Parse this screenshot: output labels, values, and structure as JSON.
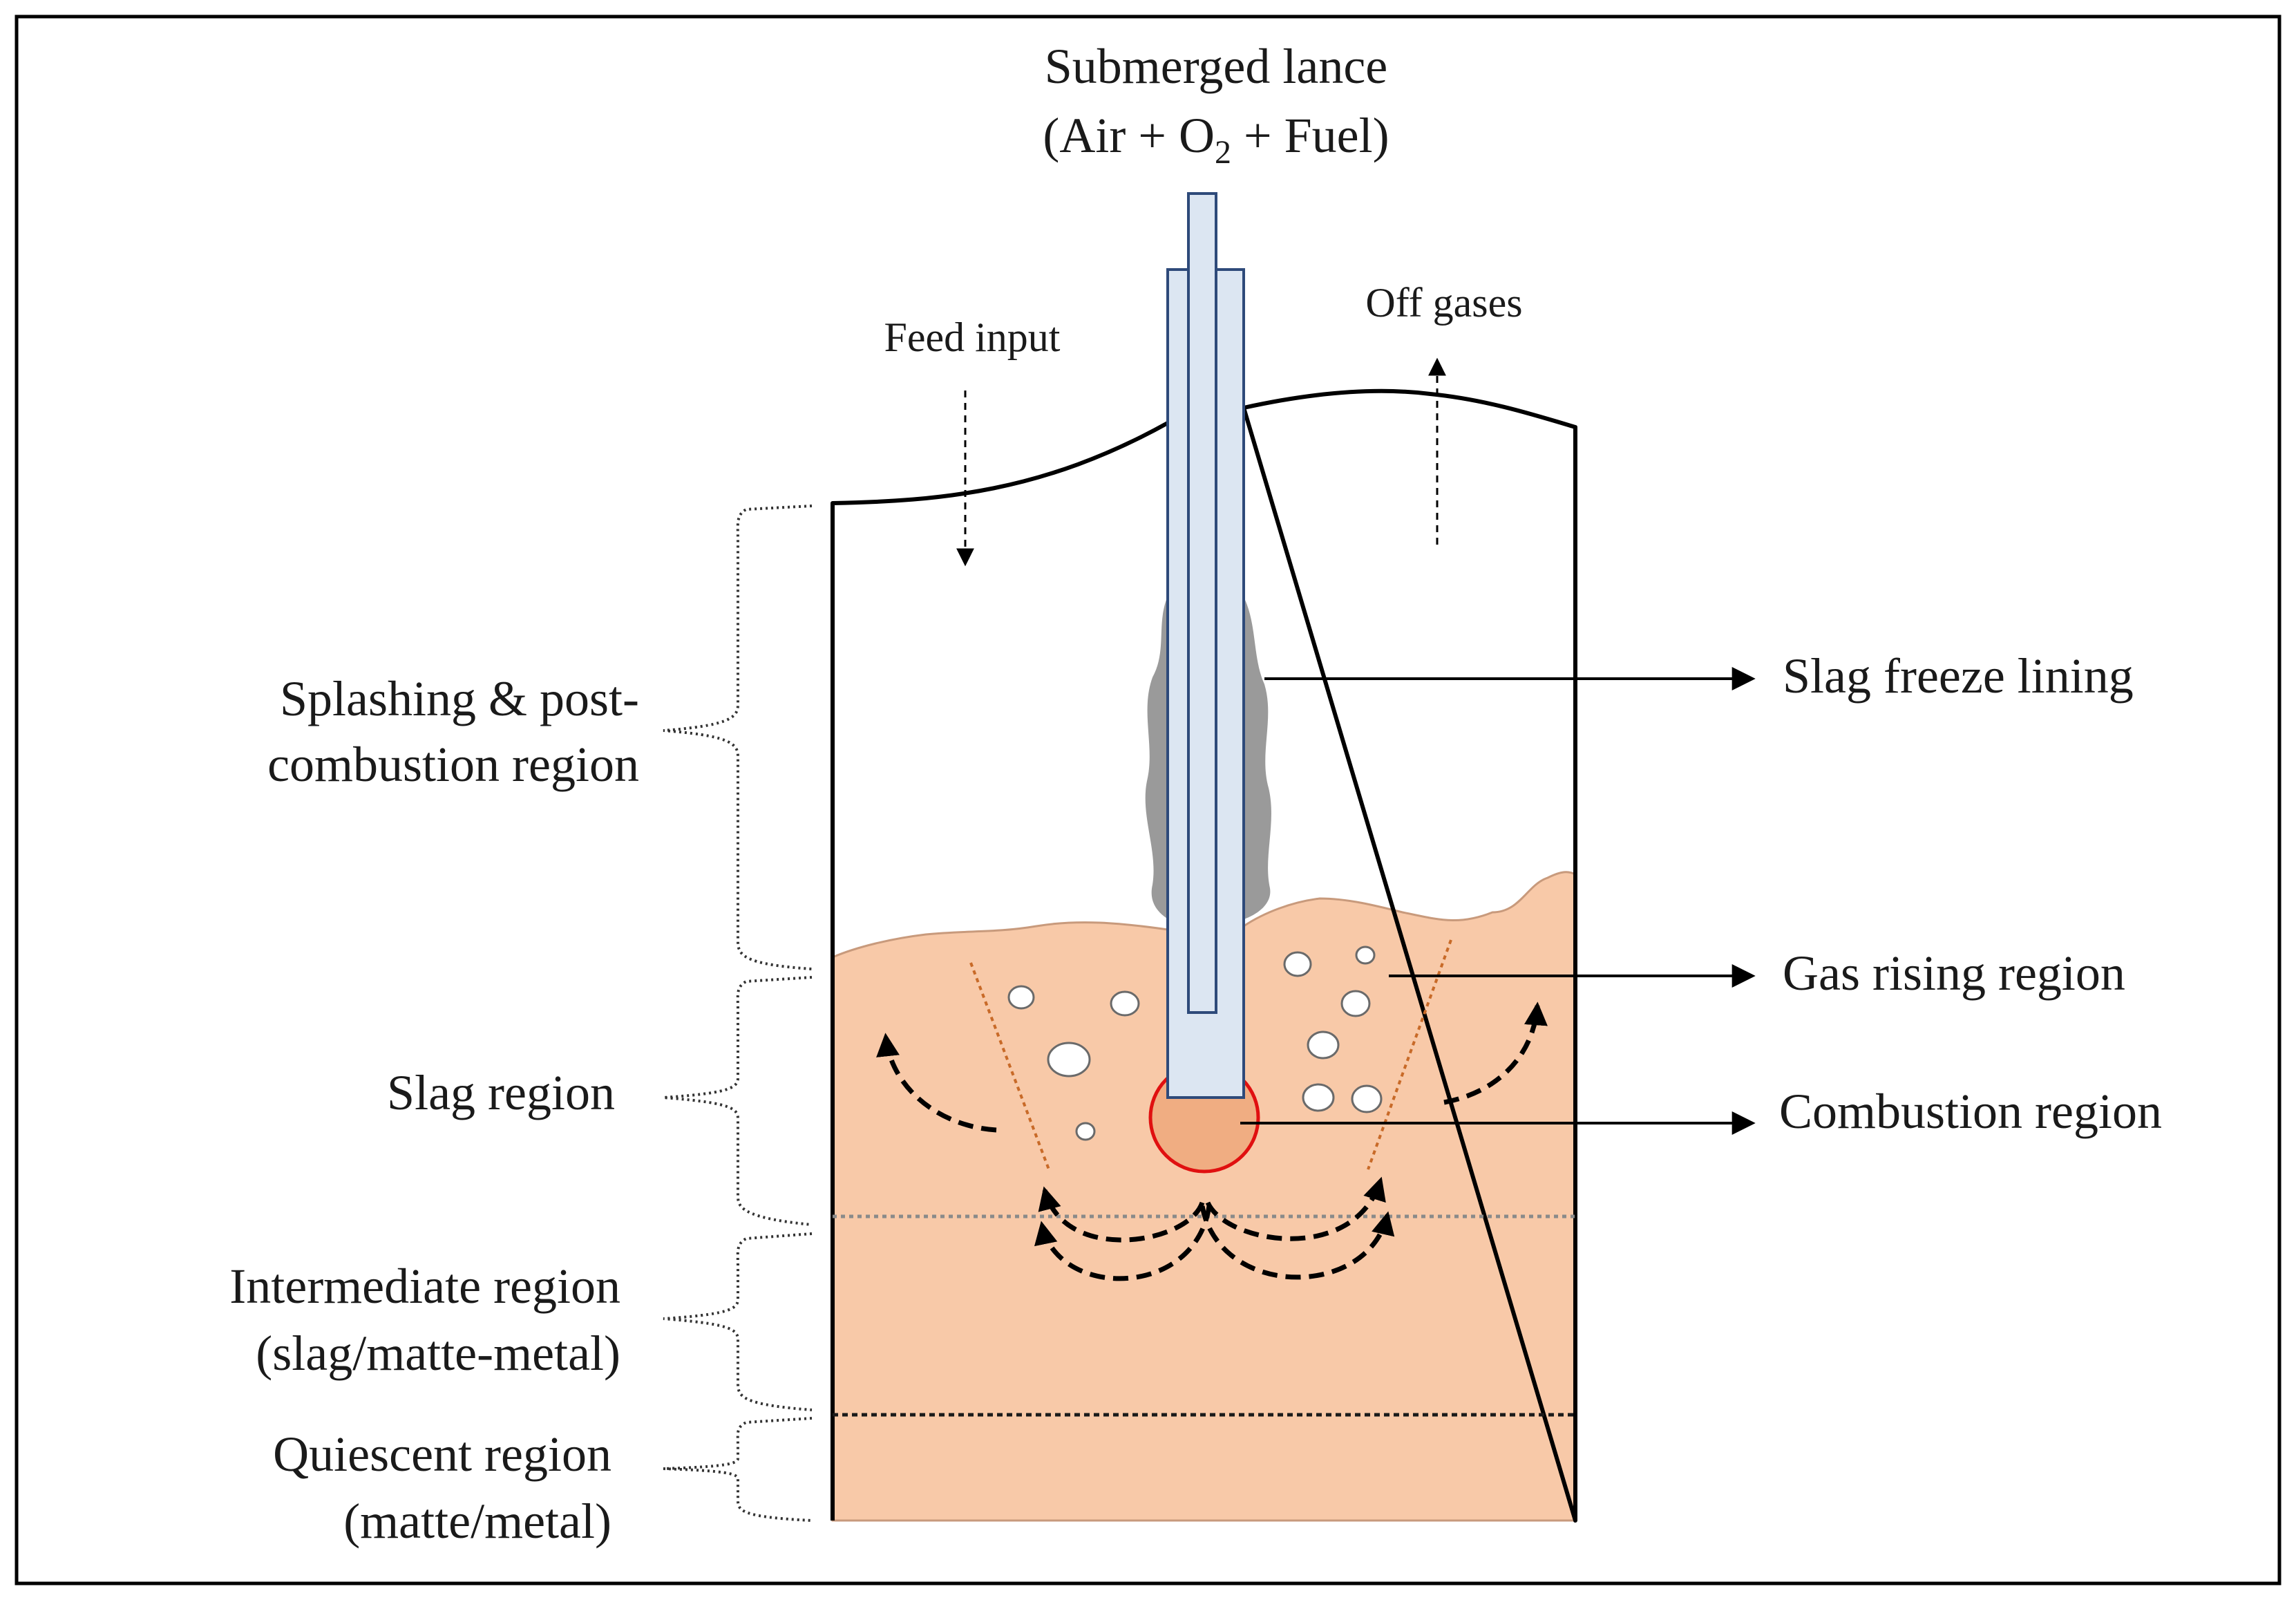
{
  "title": {
    "line1": "Submerged lance",
    "line2_prefix": "(Air + O",
    "line2_sub": "2",
    "line2_suffix": " + Fuel)"
  },
  "flows": {
    "feed_input": "Feed input",
    "off_gases": "Off gases"
  },
  "right_labels": {
    "slag_freeze_lining": "Slag freeze lining",
    "gas_rising_region": "Gas rising region",
    "combustion_region": "Combustion region"
  },
  "left_labels": {
    "splashing_line1": "Splashing & post-",
    "splashing_line2": "combustion region",
    "slag_region": "Slag region",
    "intermediate_line1": "Intermediate region",
    "intermediate_line2": "(slag/matte-metal)",
    "quiescent_line1": "Quiescent region",
    "quiescent_line2": "(matte/metal)"
  },
  "colors": {
    "slag_fill": "#f8c9a8",
    "lance_fill": "#dce6f2",
    "lance_stroke": "#2e4a7a",
    "freeze_lining": "#9a9a9a",
    "combustion_fill": "#f0ad82",
    "combustion_stroke": "#e01010",
    "cone_lines": "#c86a28"
  }
}
